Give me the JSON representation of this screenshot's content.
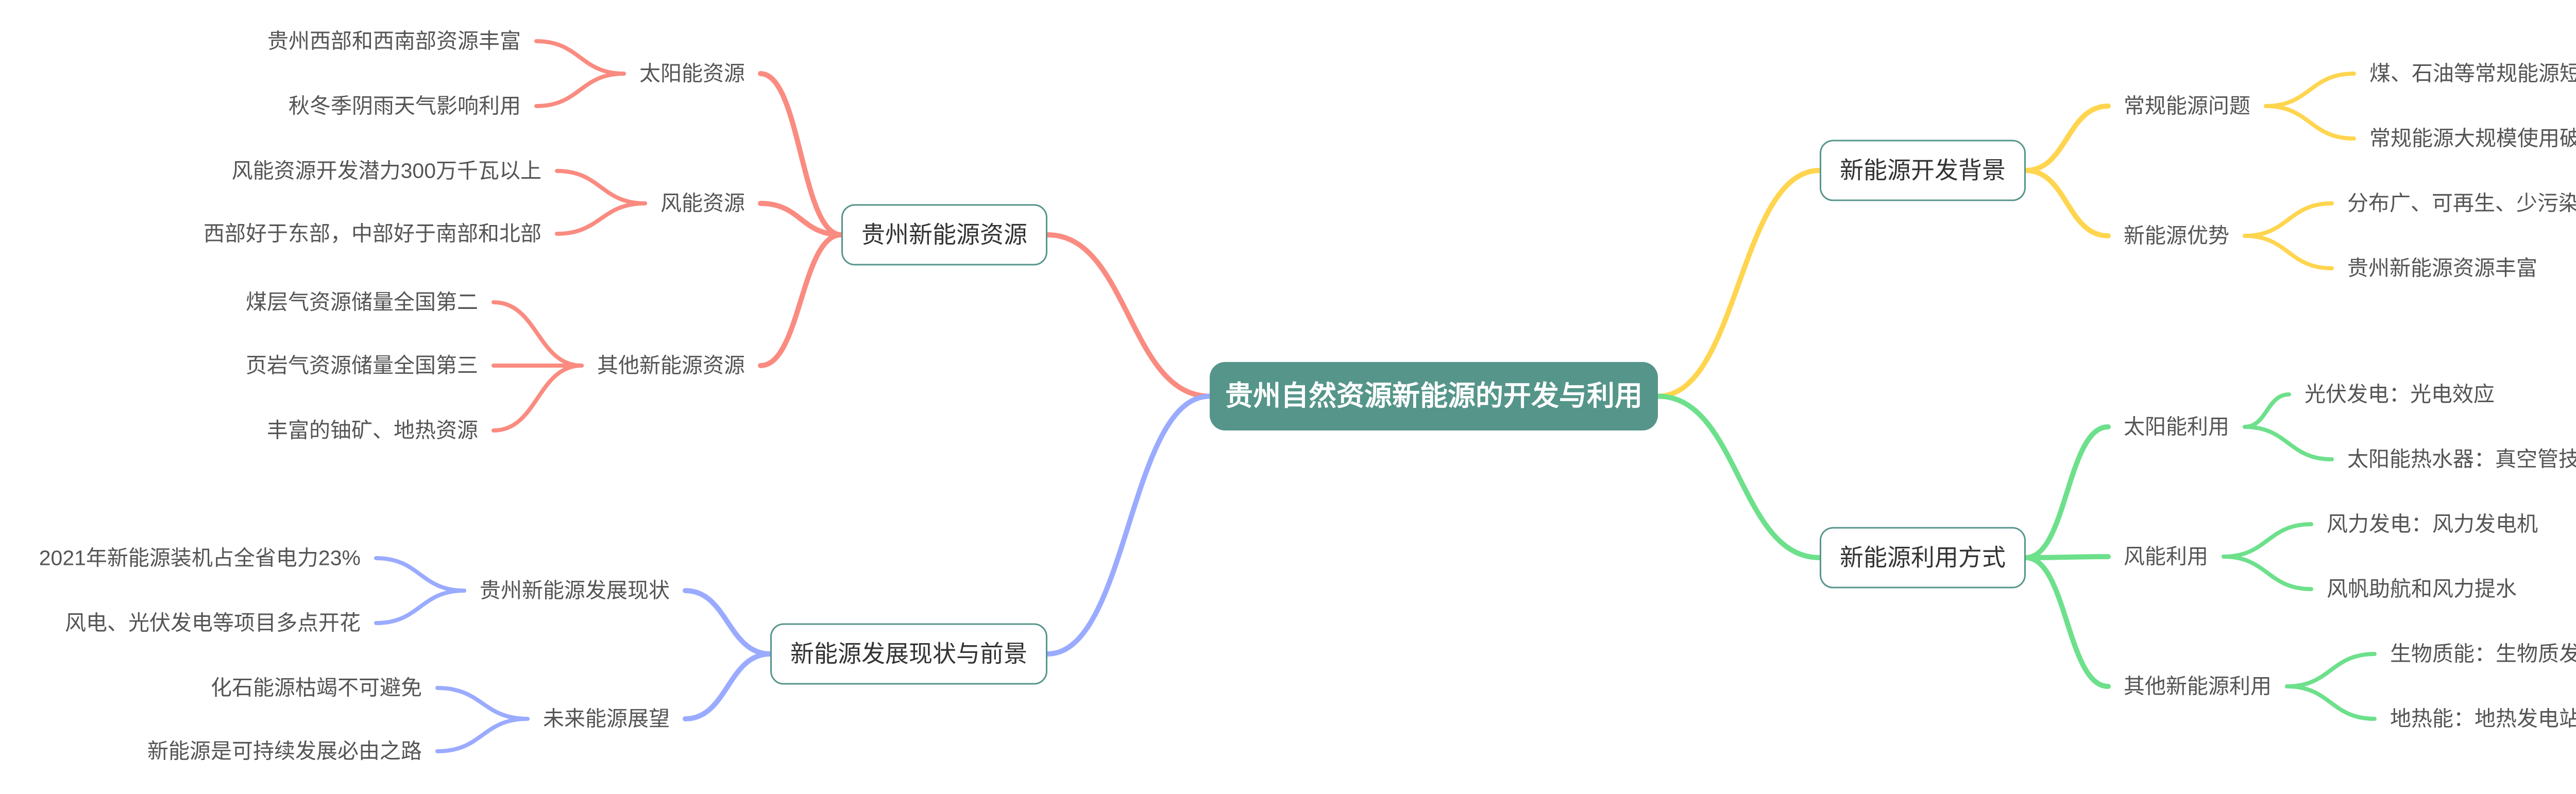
{
  "title": "贵州自然资源新能源的开发与利用",
  "colors": {
    "center": "#55958a",
    "red": "#fa8b80",
    "blue": "#9aabff",
    "yellow": "#ffd54f",
    "green": "#6de08b"
  },
  "left": [
    {
      "label": "贵州新能源资源",
      "children": [
        {
          "label": "太阳能资源",
          "children": [
            "贵州西部和西南部资源丰富",
            "秋冬季阴雨天气影响利用"
          ]
        },
        {
          "label": "风能资源",
          "children": [
            "风能资源开发潜力300万千瓦以上",
            "西部好于东部，中部好于南部和北部"
          ]
        },
        {
          "label": "其他新能源资源",
          "children": [
            "煤层气资源储量全国第二",
            "页岩气资源储量全国第三",
            "丰富的铀矿、地热资源"
          ]
        }
      ]
    },
    {
      "label": "新能源发展现状与前景",
      "children": [
        {
          "label": "贵州新能源发展现状",
          "children": [
            "2021年新能源装机占全省电力23%",
            "风电、光伏发电等项目多点开花"
          ]
        },
        {
          "label": "未来能源展望",
          "children": [
            "化石能源枯竭不可避免",
            "新能源是可持续发展必由之路"
          ]
        }
      ]
    }
  ],
  "right": [
    {
      "label": "新能源开发背景",
      "children": [
        {
          "label": "常规能源问题",
          "children": [
            "煤、石油等常规能源短缺",
            "常规能源大规模使用破坏环境"
          ]
        },
        {
          "label": "新能源优势",
          "children": [
            "分布广、可再生、少污染",
            "贵州新能源资源丰富"
          ]
        }
      ]
    },
    {
      "label": "新能源利用方式",
      "children": [
        {
          "label": "太阳能利用",
          "children": [
            "光伏发电：光电效应",
            "太阳能热水器：真空管技术"
          ]
        },
        {
          "label": "风能利用",
          "children": [
            "风力发电：风力发电机",
            "风帆助航和风力提水"
          ]
        },
        {
          "label": "其他新能源利用",
          "children": [
            "生物质能：生物质发电厂",
            "地热能：地热发电站"
          ]
        }
      ]
    }
  ]
}
